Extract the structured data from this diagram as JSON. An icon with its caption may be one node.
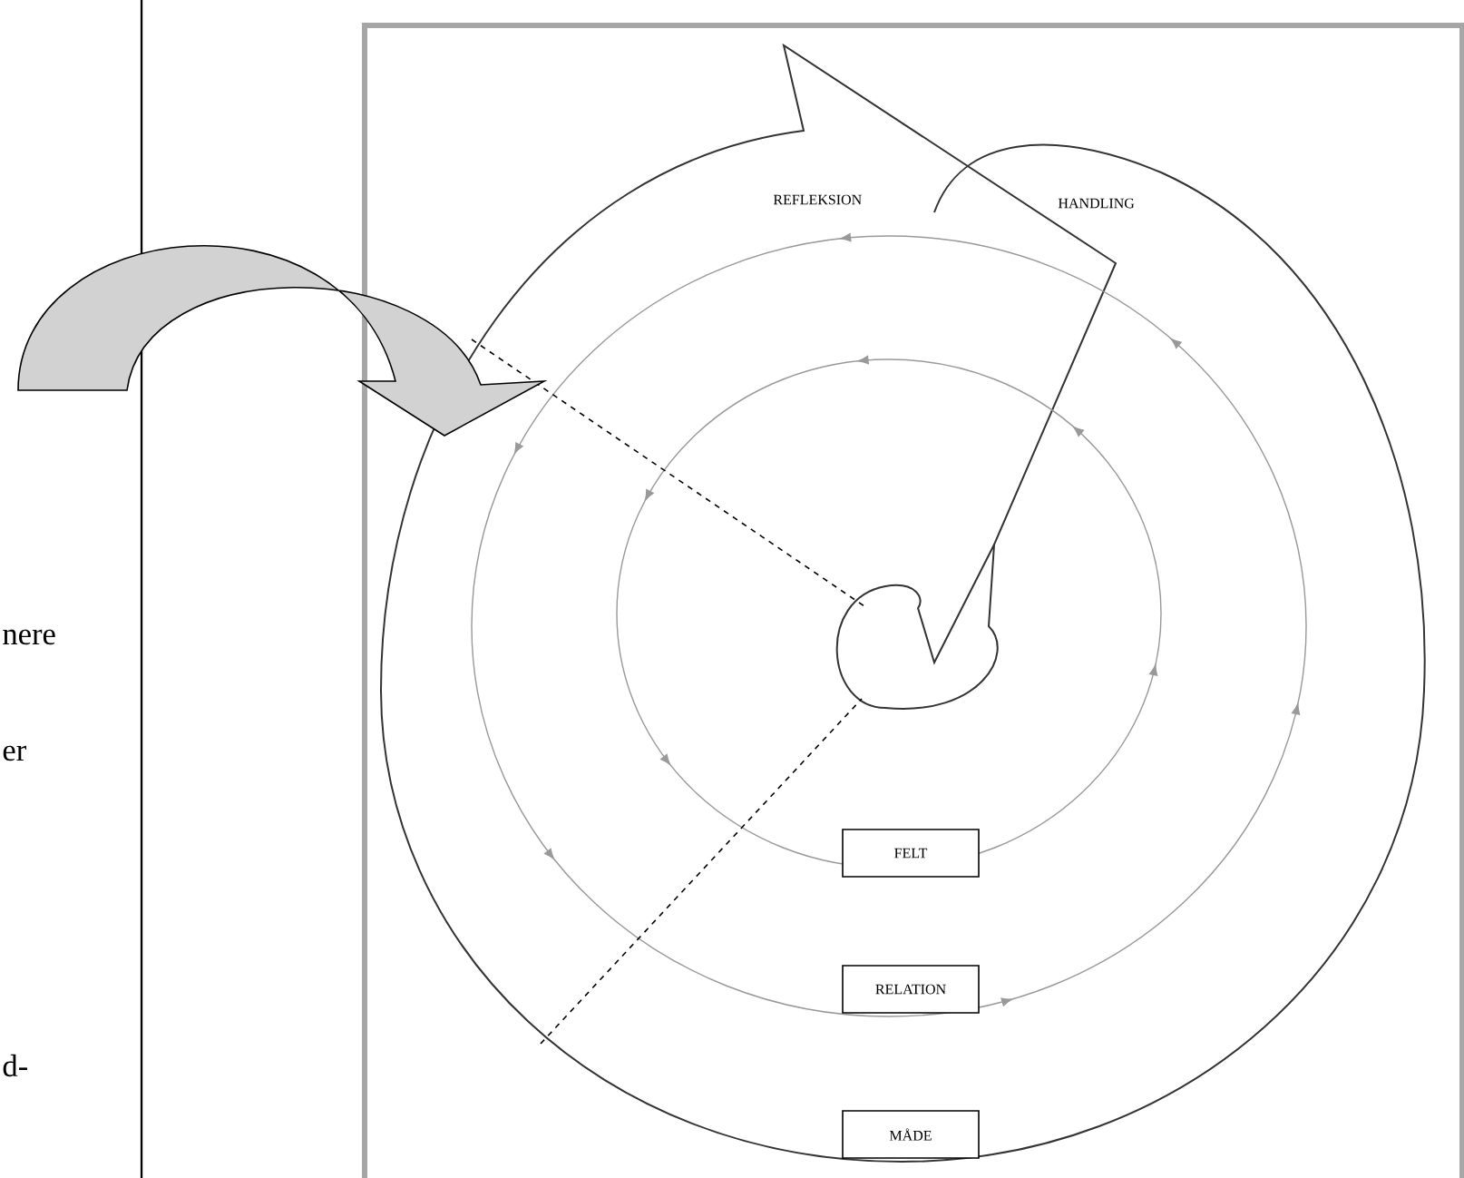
{
  "diagram": {
    "nodes": [
      {
        "text": [
          "FELT"
        ]
      },
      {
        "text": [
          "RELATION"
        ]
      },
      {
        "text": [
          "MÅDE"
        ]
      }
    ],
    "labels": [
      "REFLEKSION",
      "HANDLING",
      "nere",
      "er",
      "d-"
    ]
  }
}
